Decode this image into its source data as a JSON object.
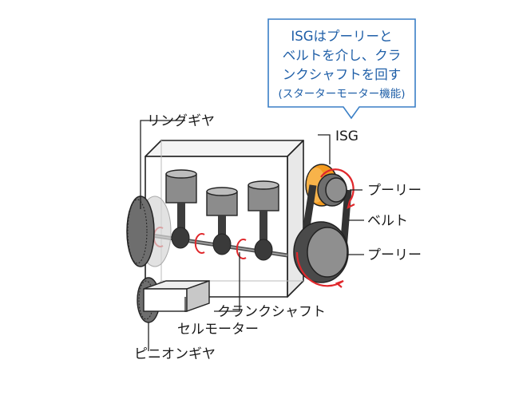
{
  "callout": {
    "lines": [
      "ISGはプーリーと",
      "ベルトを介し、クラ",
      "ンクシャフトを回す"
    ],
    "sub": "(スターターモーター機能)"
  },
  "labels": {
    "ring_gear": "リングギヤ",
    "isg": "ISG",
    "pulley_top": "プーリー",
    "belt": "ベルト",
    "pulley_bottom": "プーリー",
    "crankshaft": "クランクシャフト",
    "cell_motor": "セルモーター",
    "pinion_gear": "ピニオンギヤ"
  },
  "colors": {
    "callout_border": "#3a7fc6",
    "callout_text": "#1f5fa8",
    "isg_orange": "#f39a1f",
    "rotation_arrow": "#e0272b",
    "dark_gray": "#4a4a4a",
    "light_gray": "#bdbdbd"
  }
}
